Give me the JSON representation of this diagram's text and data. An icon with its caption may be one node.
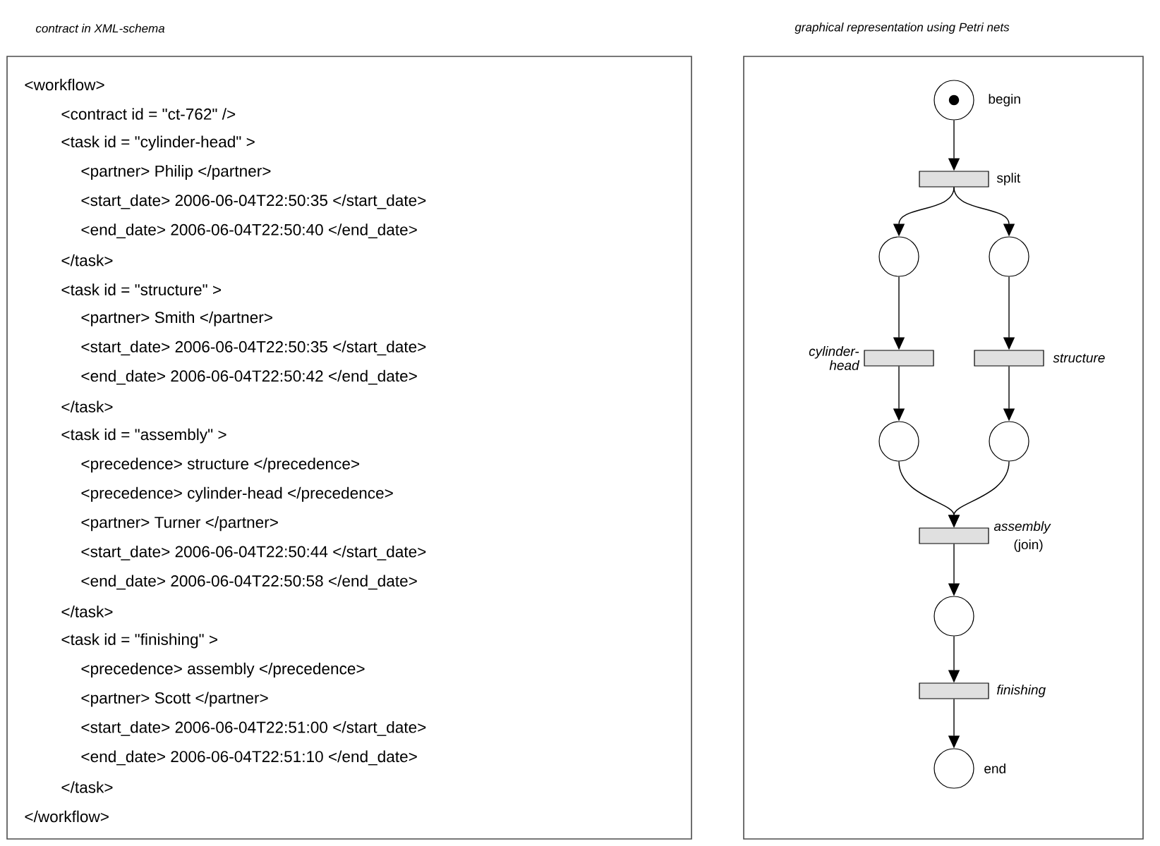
{
  "diagram": {
    "nodes": [
      {
        "text": [
          "contract in XML-schema",
          "<workflow>",
          "<contract id = \"ct-762\" />",
          "<task id = \"cylinder-head\" >",
          "<partner> Philip </partner>",
          "<start_date> 2006-06-04T22:50:35 </start_date>",
          "<end_date> 2006-06-04T22:50:40 </end_date>",
          "</task>",
          "<task id = \"structure\" >",
          "<partner> Smith </partner>",
          "<start_date> 2006-06-04T22:50:35 </start_date>",
          "<end_date> 2006-06-04T22:50:42 </end_date>",
          "</task>",
          "<task id = \"assembly\" >",
          "<precedence> structure </precedence>",
          "<precedence> cylinder-head </precedence>",
          "<partner> Turner </partner>",
          "<start_date> 2006-06-04T22:50:44 </start_date>",
          "<end_date> 2006-06-04T22:50:58 </end_date>",
          "</task>",
          "<task id = \"finishing\" >",
          "<precedence> assembly </precedence>",
          "<partner> Scott </partner>",
          "<start_date> 2006-06-04T22:51:00 </start_date>",
          "<end_date> 2006-06-04T22:51:10 </end_date>",
          "</task>",
          "</workflow>"
        ]
      },
      {
        "text": [
          "graphical representation using Petri nets"
        ]
      },
      {
        "text": [],
        "shape": "circle",
        "beside": [
          "begin"
        ],
        "in": 1
      },
      {
        "text": [],
        "shape": "bar",
        "beside": [
          "split"
        ],
        "in": 1
      },
      {
        "text": [],
        "shape": "circle",
        "in": 1
      },
      {
        "text": [],
        "shape": "circle",
        "in": 1
      },
      {
        "text": [],
        "shape": "bar",
        "beside": [
          "cylinder-head"
        ],
        "in": 1
      },
      {
        "text": [],
        "shape": "bar",
        "beside": [
          "structure"
        ],
        "in": 1
      },
      {
        "text": [],
        "shape": "circle",
        "in": 1
      },
      {
        "text": [],
        "shape": "circle",
        "in": 1
      },
      {
        "text": [],
        "shape": "bar",
        "beside": [
          "assembly",
          "(join)"
        ],
        "in": 1
      },
      {
        "text": [],
        "shape": "circle",
        "in": 1
      },
      {
        "text": [],
        "shape": "bar",
        "beside": [
          "finishing"
        ],
        "in": 1
      },
      {
        "text": [],
        "shape": "circle",
        "beside": [
          "end"
        ],
        "in": 1
      }
    ],
    "edges": [
      {
        "from": 2,
        "to": 3,
        "arrow": "to"
      },
      {
        "from": 3,
        "to": 4,
        "arrow": "to"
      },
      {
        "from": 3,
        "to": 5,
        "arrow": "to"
      },
      {
        "from": 4,
        "to": 6,
        "arrow": "to"
      },
      {
        "from": 5,
        "to": 7,
        "arrow": "to"
      },
      {
        "from": 6,
        "to": 8,
        "arrow": "to"
      },
      {
        "from": 7,
        "to": 9,
        "arrow": "to"
      },
      {
        "from": 8,
        "to": 10,
        "arrow": "to"
      },
      {
        "from": 9,
        "to": 10,
        "arrow": "to"
      },
      {
        "from": 10,
        "to": 11,
        "arrow": "to"
      },
      {
        "from": 11,
        "to": 12,
        "arrow": "to"
      },
      {
        "from": 12,
        "to": 13,
        "arrow": "to"
      }
    ]
  }
}
